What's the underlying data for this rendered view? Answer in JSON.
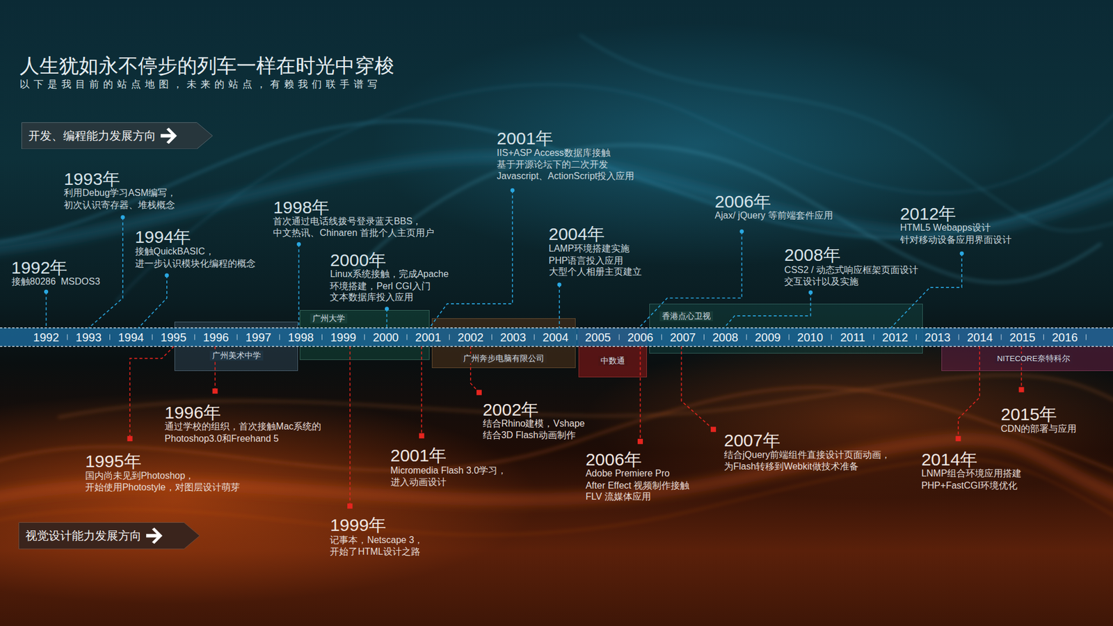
{
  "diagram": {
    "title": "人生犹如永不停步的列车一样在时光中穿梭",
    "nodes": [
      {
        "text": [
          "开发、编程能力发展方向"
        ]
      },
      {
        "text": [
          "广州美术中学"
        ]
      },
      {
        "text": [
          "广州大学"
        ]
      },
      {
        "text": [
          "广州奔步电脑有限公司"
        ]
      },
      {
        "text": [
          "中数通"
        ]
      },
      {
        "text": [
          "香港点心卫视"
        ]
      },
      {
        "text": [
          "NITECORE奈特科尔"
        ]
      },
      {
        "text": [
          "视觉设计能力发展方向"
        ]
      }
    ],
    "labels": [
      "以下是我目前的站点地图，未来的站点，有赖我们联手谱写",
      "1992",
      "1993",
      "1994",
      "1995",
      "1996",
      "1997",
      "1998",
      "1999",
      "2000",
      "2001",
      "2002",
      "2003",
      "2004",
      "2005",
      "2006",
      "2007",
      "2008",
      "2009",
      "2010",
      "2011",
      "2012",
      "2013",
      "2014",
      "2015",
      "2016",
      "1992年",
      "接触80286  MSDOS3",
      "1993年",
      "利用Debug学习ASM编写，",
      "初次认识寄存器、堆栈概念",
      "1994年",
      "接触QuickBASIC，",
      "进一步认识模块化编程的概念",
      "1998年",
      "首次通过电话线拨号登录蓝天BBS，",
      "中文热讯、Chinaren 首批个人主页用户",
      "2000年",
      "Linux系统接触，完成Apache",
      "环境搭建，Perl CGI入门",
      "文本数据库投入应用",
      "2001年",
      "IIS+ASP Access数据库接触",
      "基于开源论坛下的二次开发",
      "Javascript、ActionScript投入应用",
      "2004年",
      "LAMP环境搭建实施",
      "PHP语言投入应用",
      "大型个人相册主页建立",
      "2006年",
      "Ajax/ jQuery 等前端套件应用",
      "2008年",
      "CSS2 / 动态式响应框架页面设计",
      "交互设计以及实施",
      "2012年",
      "HTML5 Webapps设计",
      "针对移动设备应用界面设计",
      "1995年",
      "国内尚未见到Photoshop，",
      "开始使用Photostyle，对图层设计萌芽",
      "1996年",
      "通过学校的组织，首次接触Mac系统的",
      "Photoshop3.0和Freehand 5",
      "1999年",
      "记事本，Netscape 3，",
      "开始了HTML设计之路",
      "2001年",
      "Micromedia Flash 3.0学习，",
      "进入动画设计",
      "2002年",
      "结合Rhino建模，Vshape",
      "结合3D Flash动画制作",
      "2006年",
      "Adobe Premiere Pro",
      "After Effect 视频制作接触",
      "FLV 流媒体应用",
      "2007年",
      "结合jQuery前端组件直接设计页面动画，",
      "为Flash转移到Webkit做技术准备",
      "2014年",
      "LNMP组合环境应用搭建",
      "PHP+FastCGI环境优化",
      "2015年",
      "CDN的部署与应用"
    ]
  }
}
